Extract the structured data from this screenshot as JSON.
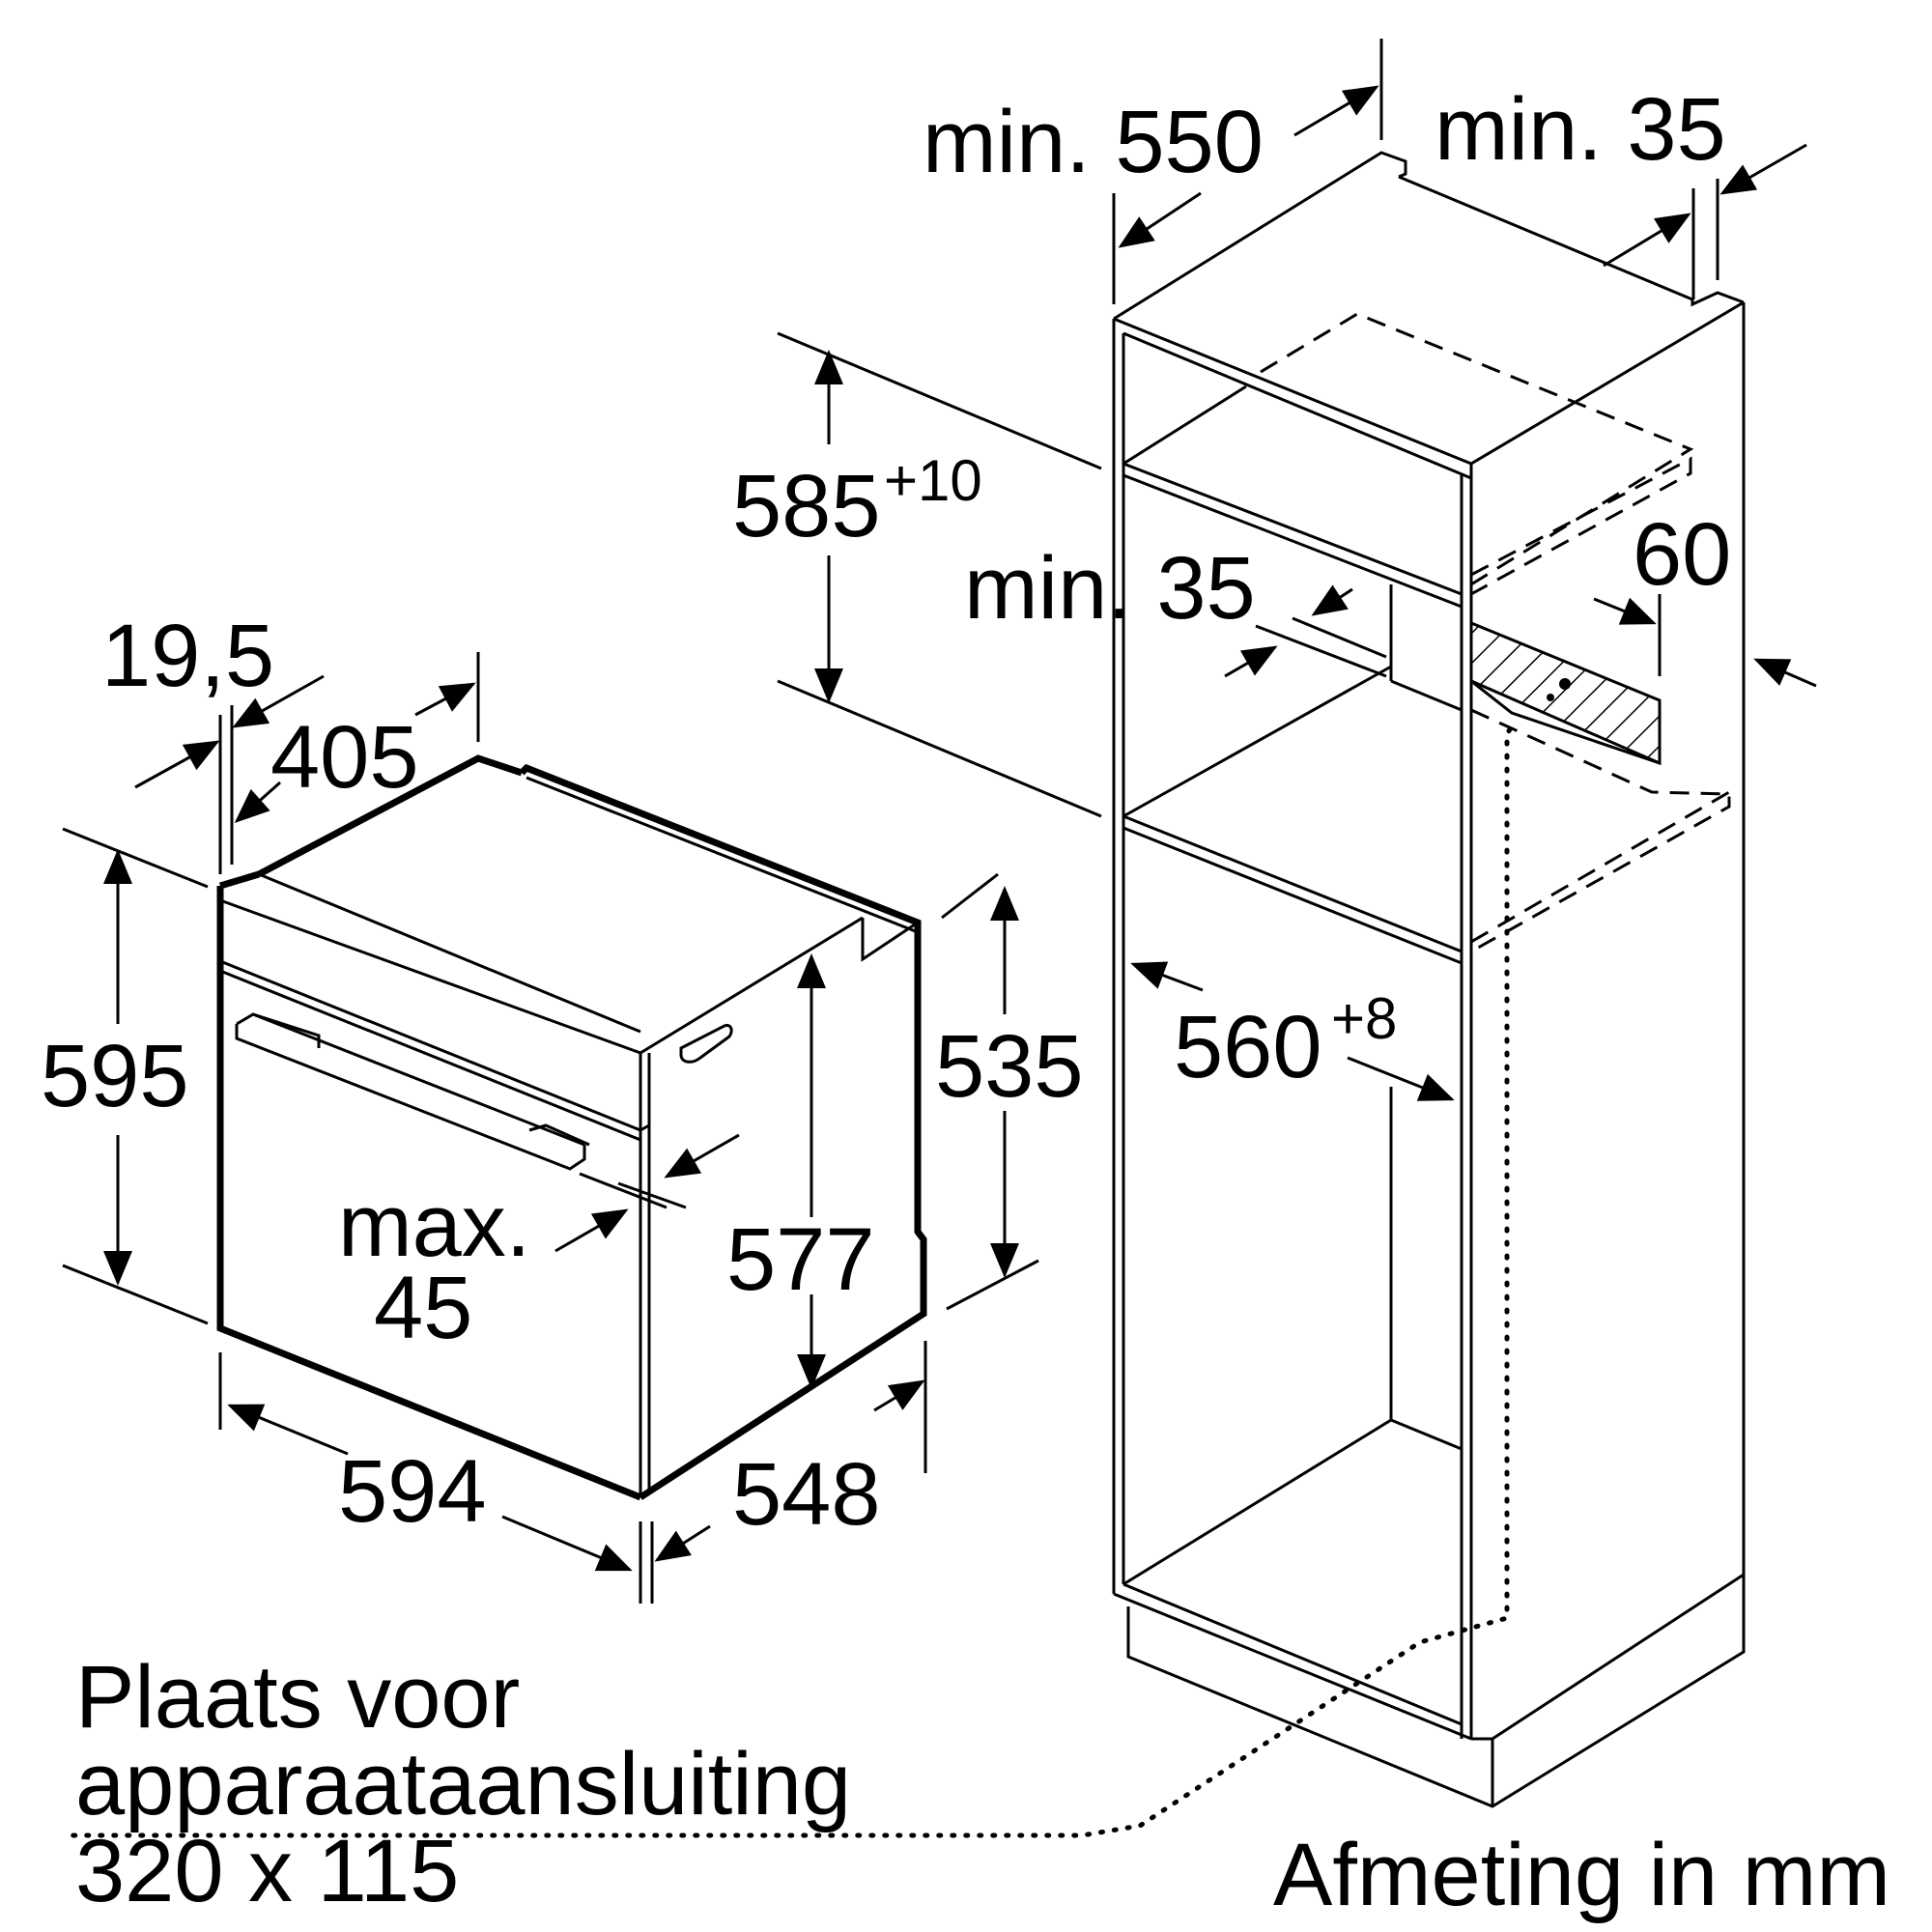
{
  "labels": {
    "oven_depth_top": "405",
    "front_panel": "19,5",
    "oven_height": "595",
    "body_height": "535",
    "inner_height": "577",
    "handle_gap": "max.",
    "handle_gap_value": "45",
    "oven_width": "594",
    "oven_depth": "548",
    "niche_depth": "min. 550",
    "back_gap": "min. 35",
    "niche_height": "585",
    "niche_height_tol": "+10",
    "shelf_gap": "min. 35",
    "vent": "60",
    "niche_width": "560",
    "niche_width_tol": "+8"
  },
  "note": {
    "line1": "Plaats voor",
    "line2": "apparaataansluiting",
    "line3": "320 x 115"
  },
  "unit_caption": "Afmeting in mm"
}
